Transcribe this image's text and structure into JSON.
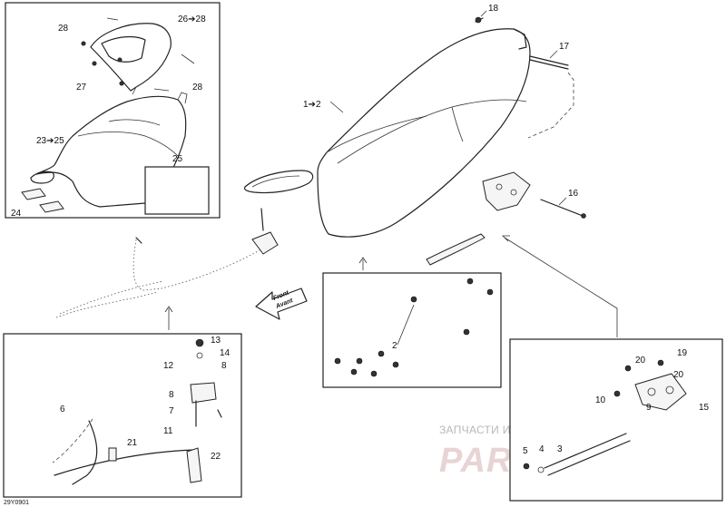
{
  "diagram": {
    "labels": {
      "p1": "1➔2",
      "p2": "2",
      "p3": "3",
      "p4": "4",
      "p5": "5",
      "p6": "6",
      "p7": "7",
      "p8": "8",
      "p8b": "8",
      "p9": "9",
      "p10": "10",
      "p11": "11",
      "p12": "12",
      "p13": "13",
      "p14": "14",
      "p15": "15",
      "p16": "16",
      "p17": "17",
      "p18": "18",
      "p19": "19",
      "p20": "20",
      "p20b": "20",
      "p21": "21",
      "p22": "22",
      "p23": "23➔25",
      "p24": "24",
      "p25": "25",
      "p26": "26➔28",
      "p27": "27",
      "p28a": "28",
      "p28b": "28"
    },
    "front_arrow": {
      "line1": "Front",
      "line2": "Avant"
    },
    "drawing_code": "29Y0901"
  },
  "watermark": {
    "caption": "ЗАПЧАСТИ И АКСЕССУАРЫ ДЛЯ МОТОТЕХНИКИ",
    "brand": "PARTSFOR.RU"
  }
}
